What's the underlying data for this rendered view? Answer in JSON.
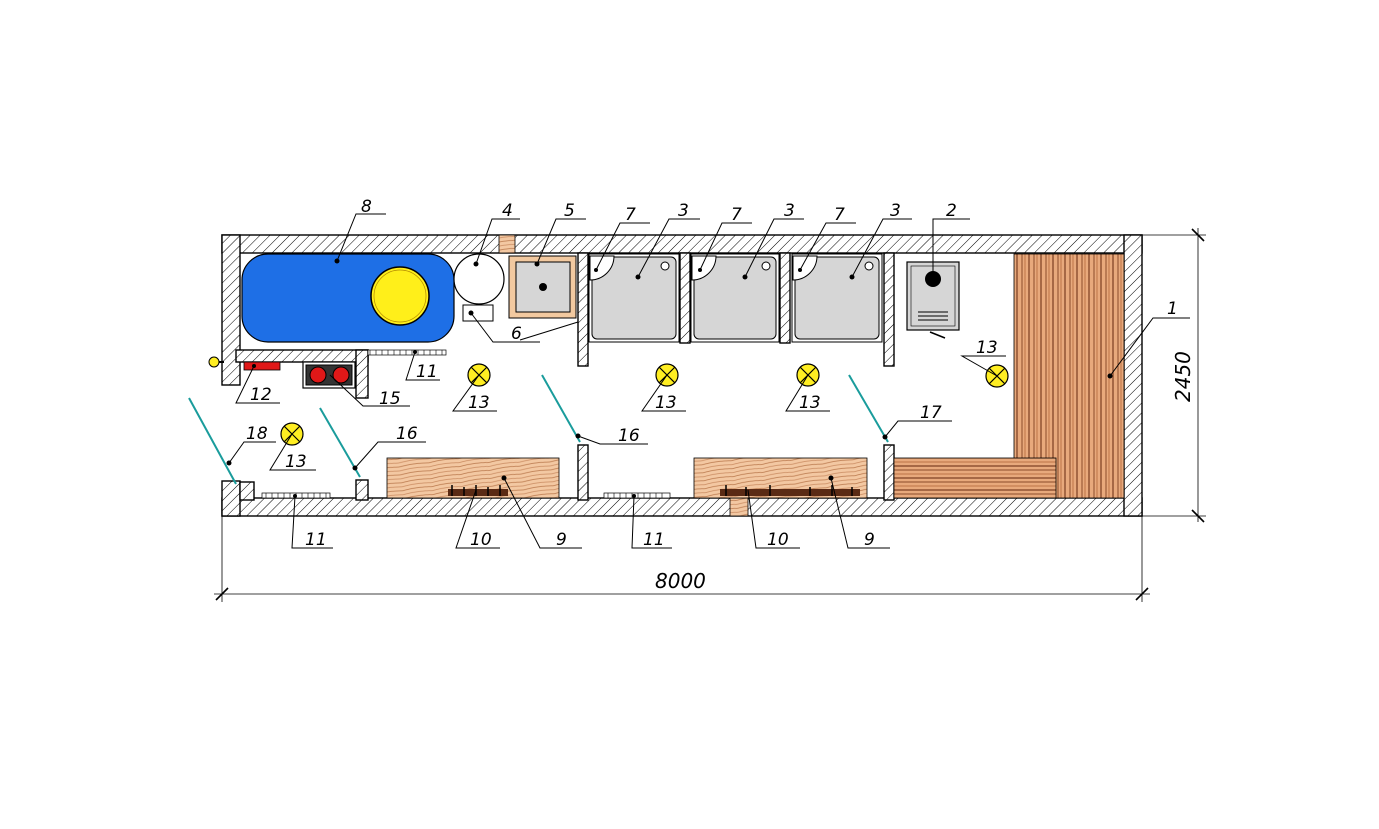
{
  "dimensions": {
    "length": "8000",
    "width": "2450"
  },
  "callouts": {
    "c1": "1",
    "c2": "2",
    "c3a": "3",
    "c3b": "3",
    "c3c": "3",
    "c4": "4",
    "c5": "5",
    "c6": "6",
    "c7a": "7",
    "c7b": "7",
    "c7c": "7",
    "c8": "8",
    "c9a": "9",
    "c9b": "9",
    "c10a": "10",
    "c10b": "10",
    "c11a": "11",
    "c11b": "11",
    "c11c": "11",
    "c12": "12",
    "c13a": "13",
    "c13b": "13",
    "c13c": "13",
    "c13d": "13",
    "c13e": "13",
    "c15": "15",
    "c16a": "16",
    "c16b": "16",
    "c17": "17",
    "c18": "18"
  },
  "colors": {
    "bath": "#1e6fe6",
    "bath_drum": "#ffef1a",
    "lamp": "#ffee22",
    "heater_red": "#e01818",
    "shower_tray": "#d6d6d6",
    "wood_dark": "#c9764e",
    "wood_light": "#f0c39a",
    "door": "#1a9c9c",
    "sink_frame": "#f2c9a0"
  }
}
